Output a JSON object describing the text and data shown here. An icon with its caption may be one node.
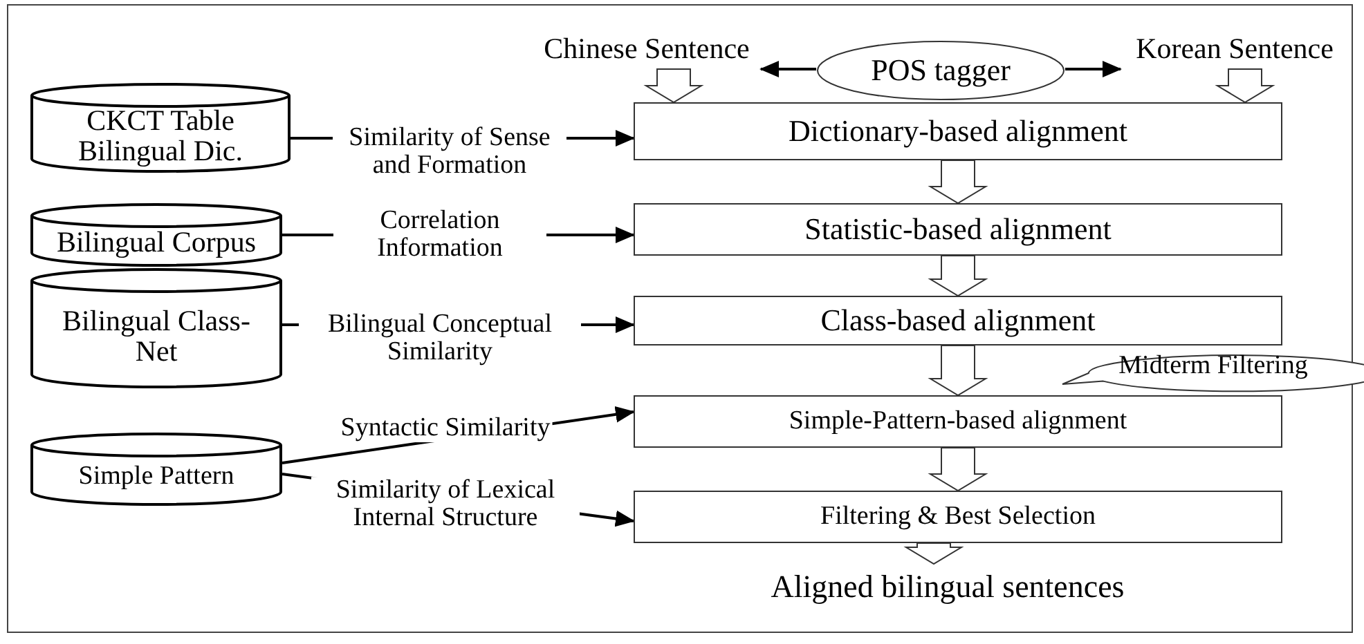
{
  "diagram": {
    "nodes": [
      {
        "text": [
          "Chinese Sentence"
        ]
      },
      {
        "text": [
          "POS tagger"
        ]
      },
      {
        "text": [
          "Korean Sentence"
        ]
      },
      {
        "text": [
          "CKCT Table Bilingual Dic."
        ]
      },
      {
        "text": [
          "Dictionary-based alignment"
        ]
      },
      {
        "text": [
          "Bilingual Corpus"
        ]
      },
      {
        "text": [
          "Statistic-based alignment"
        ]
      },
      {
        "text": [
          "Bilingual Class-Net"
        ]
      },
      {
        "text": [
          "Class-based alignment"
        ]
      },
      {
        "text": [
          "Midterm Filtering"
        ]
      },
      {
        "text": [
          "Simple Pattern"
        ]
      },
      {
        "text": [
          "Simple-Pattern-based alignment"
        ]
      },
      {
        "text": [
          "Filtering & Best Selection"
        ]
      },
      {
        "text": [
          "Aligned bilingual sentences"
        ]
      }
    ],
    "edges": [
      {
        "from": 1,
        "to": 0,
        "arrow": "to"
      },
      {
        "from": 1,
        "to": 2,
        "arrow": "to"
      },
      {
        "from": 0,
        "to": 4,
        "arrow": "to",
        "style": "thick"
      },
      {
        "from": 2,
        "to": 4,
        "arrow": "to",
        "style": "thick"
      },
      {
        "from": 3,
        "to": 4,
        "arrow": "to",
        "label": "Similarity of Sense and Formation"
      },
      {
        "from": 4,
        "to": 6,
        "arrow": "to",
        "style": "thick"
      },
      {
        "from": 5,
        "to": 6,
        "arrow": "to",
        "label": "Correlation Information"
      },
      {
        "from": 6,
        "to": 8,
        "arrow": "to",
        "style": "thick"
      },
      {
        "from": 7,
        "to": 8,
        "arrow": "to",
        "label": "Bilingual Conceptual Similarity"
      },
      {
        "from": 8,
        "to": 11,
        "arrow": "to",
        "style": "thick"
      },
      {
        "from": 10,
        "to": 11,
        "arrow": "to",
        "label": "Syntactic Similarity"
      },
      {
        "from": 10,
        "to": 12,
        "arrow": "to",
        "label": "Similarity of Lexical Internal Structure"
      },
      {
        "from": 11,
        "to": 12,
        "arrow": "to",
        "style": "thick"
      },
      {
        "from": 12,
        "to": 13,
        "arrow": "to",
        "style": "thick"
      }
    ]
  }
}
